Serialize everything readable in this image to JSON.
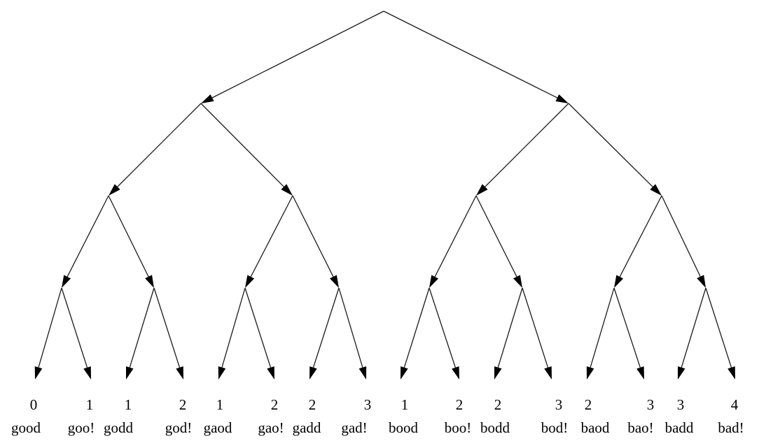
{
  "leaves": [
    {
      "distance": "0",
      "word": "good"
    },
    {
      "distance": "1",
      "word": "goo!"
    },
    {
      "distance": "1",
      "word": "godd"
    },
    {
      "distance": "2",
      "word": "god!"
    },
    {
      "distance": "1",
      "word": "gaod"
    },
    {
      "distance": "2",
      "word": "gao!"
    },
    {
      "distance": "2",
      "word": "gadd"
    },
    {
      "distance": "3",
      "word": "gad!"
    },
    {
      "distance": "1",
      "word": "bood"
    },
    {
      "distance": "2",
      "word": "boo!"
    },
    {
      "distance": "2",
      "word": "bodd"
    },
    {
      "distance": "3",
      "word": "bod!"
    },
    {
      "distance": "2",
      "word": "baod"
    },
    {
      "distance": "3",
      "word": "bao!"
    },
    {
      "distance": "3",
      "word": "badd"
    },
    {
      "distance": "4",
      "word": "bad!"
    }
  ]
}
